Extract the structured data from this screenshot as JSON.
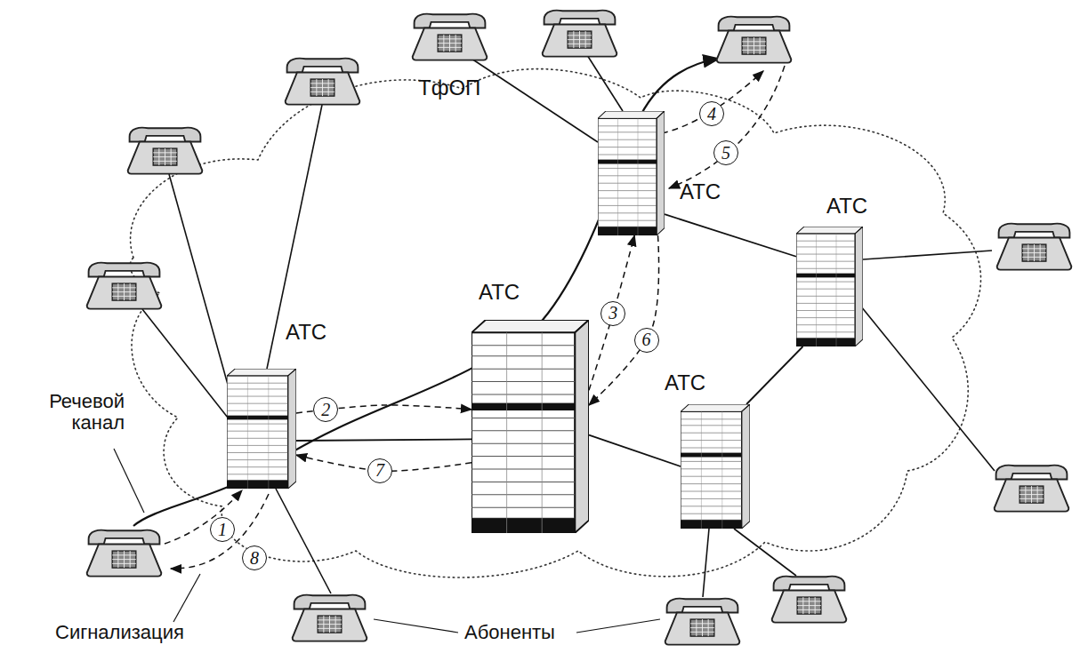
{
  "diagram": {
    "nodes": [
      {
        "text": [
          "АТС"
        ]
      },
      {
        "text": [
          "АТС"
        ]
      },
      {
        "text": [
          "АТС"
        ]
      },
      {
        "text": [
          "АТС"
        ]
      },
      {
        "text": [
          "АТС"
        ]
      }
    ],
    "edges": [
      {
        "from": 3,
        "to": 2,
        "arrow": "none"
      },
      {
        "from": 2,
        "to": 4,
        "arrow": "none"
      },
      {
        "from": 0,
        "to": 1,
        "arrow": "none"
      },
      {
        "from": 1,
        "to": 4,
        "arrow": "none"
      },
      {
        "from": 3,
        "to": 2,
        "arrow": "to",
        "label": "2"
      },
      {
        "from": 2,
        "to": 0,
        "arrow": "to",
        "label": "3"
      },
      {
        "from": 0,
        "to": 2,
        "arrow": "to",
        "label": "6"
      },
      {
        "from": 2,
        "to": 3,
        "arrow": "to",
        "label": "7"
      }
    ],
    "labels": [
      "ТфОП",
      "Речевой канал",
      "Сигнализация",
      "Абоненты",
      "1",
      "8",
      "4",
      "5"
    ]
  }
}
